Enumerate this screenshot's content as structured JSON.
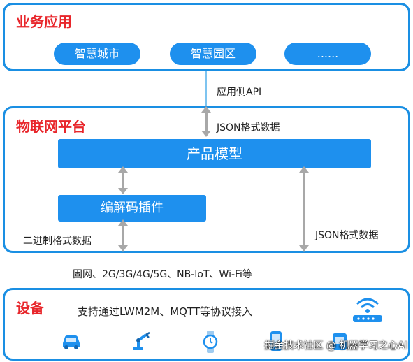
{
  "app_layer": {
    "title": "业务应用",
    "apps": [
      "智慧城市",
      "智慧园区",
      "......"
    ]
  },
  "api_label": "应用侧API",
  "platform": {
    "title": "物联网平台",
    "json_top": "JSON格式数据",
    "product_model": "产品模型",
    "codec_plugin": "编解码插件",
    "binary_label": "二进制格式数据",
    "json_right": "JSON格式数据"
  },
  "network_label": "固网、2G/3G/4G/5G、NB-IoT、Wi-Fi等",
  "device_layer": {
    "title": "设备",
    "subtitle": "支持通过LWM2M、MQTT等协议接入",
    "icons": [
      "router-icon",
      "car-icon",
      "robot-arm-icon",
      "watch-icon",
      "phone-icon",
      "tag-icon"
    ]
  },
  "watermark": "掘金技术社区 @ 机器学习之心AI",
  "colors": {
    "border": "#1a8fe3",
    "block": "#1e90ee",
    "title": "#e8262b",
    "arrow": "#a8a8a8"
  }
}
